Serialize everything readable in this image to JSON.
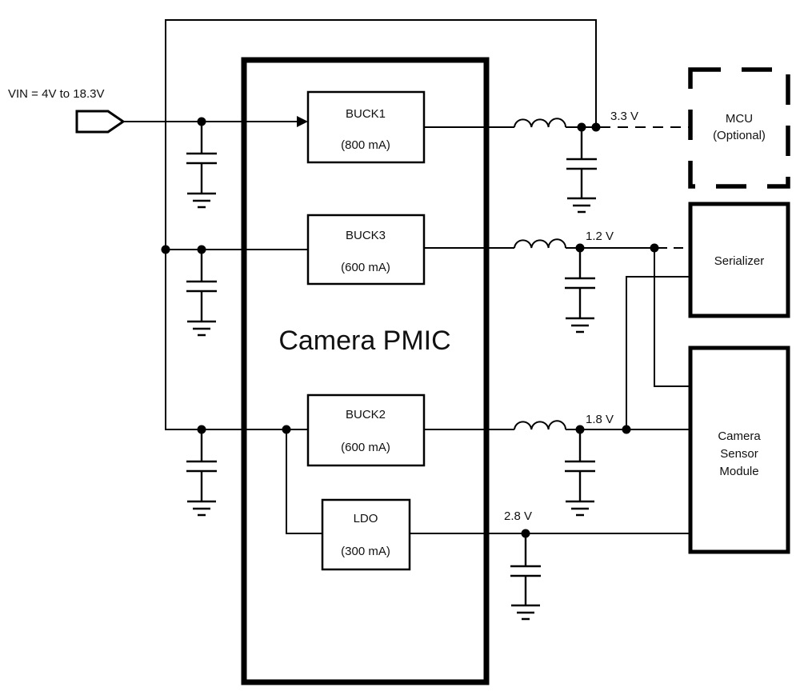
{
  "diagram": {
    "title": "Camera PMIC",
    "vin_label": "VIN = 4V to 18.3V",
    "blocks": {
      "buck1": {
        "name": "BUCK1",
        "rating": "(800 mA)"
      },
      "buck3": {
        "name": "BUCK3",
        "rating": "(600 mA)"
      },
      "buck2": {
        "name": "BUCK2",
        "rating": "(600 mA)"
      },
      "ldo": {
        "name": "LDO",
        "rating": "(300 mA)"
      }
    },
    "rails": {
      "v33": "3.3 V",
      "v12": "1.2 V",
      "v18": "1.8 V",
      "v28": "2.8 V"
    },
    "loads": {
      "mcu": {
        "line1": "MCU",
        "line2": "(Optional)"
      },
      "serializer": {
        "label": "Serializer"
      },
      "camera": {
        "line1": "Camera",
        "line2": "Sensor",
        "line3": "Module"
      }
    },
    "colors": {
      "line": "#000000",
      "background": "#ffffff"
    }
  }
}
